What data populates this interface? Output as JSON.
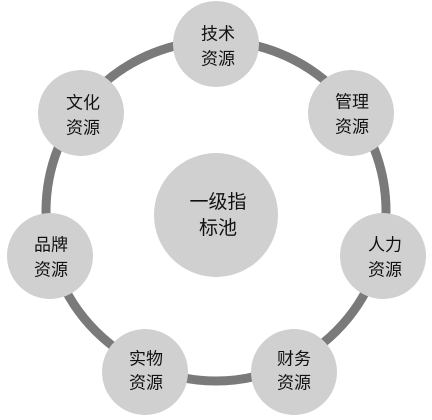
{
  "center": {
    "line1": "一级指",
    "line2": "标池"
  },
  "nodes": [
    {
      "line1": "技术",
      "line2": "资源"
    },
    {
      "line1": "管理",
      "line2": "资源"
    },
    {
      "line1": "人力",
      "line2": "资源"
    },
    {
      "line1": "财务",
      "line2": "资源"
    },
    {
      "line1": "实物",
      "line2": "资源"
    },
    {
      "line1": "品牌",
      "line2": "资源"
    },
    {
      "line1": "文化",
      "line2": "资源"
    }
  ],
  "colors": {
    "ring": "#7a7a7a",
    "node_fill": "#d0d0d0",
    "center_fill": "#d0d0d0",
    "text": "#111111"
  }
}
